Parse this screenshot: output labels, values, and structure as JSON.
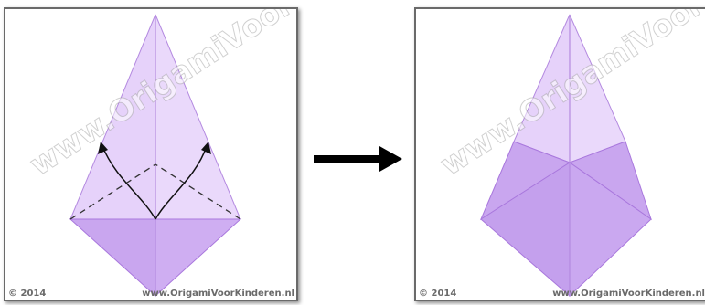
{
  "step_before": {
    "watermark": "www.OrigamiVoorKinderen.nl",
    "copyright": "© 2014",
    "site": "www.OrigamiVoorKinderen.nl"
  },
  "step_after": {
    "watermark": "www.OrigamiVoorKinderen.nl",
    "copyright": "© 2014",
    "site": "www.OrigamiVoorKinderen.nl"
  },
  "transition_arrow": "right-arrow-icon",
  "colors": {
    "paper_light": "#e6d2fa",
    "paper_dark": "#c9a6ef",
    "paper_edge": "#a978dd",
    "fold_arrow": "#111111",
    "transition_arrow": "#000000",
    "watermark_text": "#6a6a6a"
  }
}
